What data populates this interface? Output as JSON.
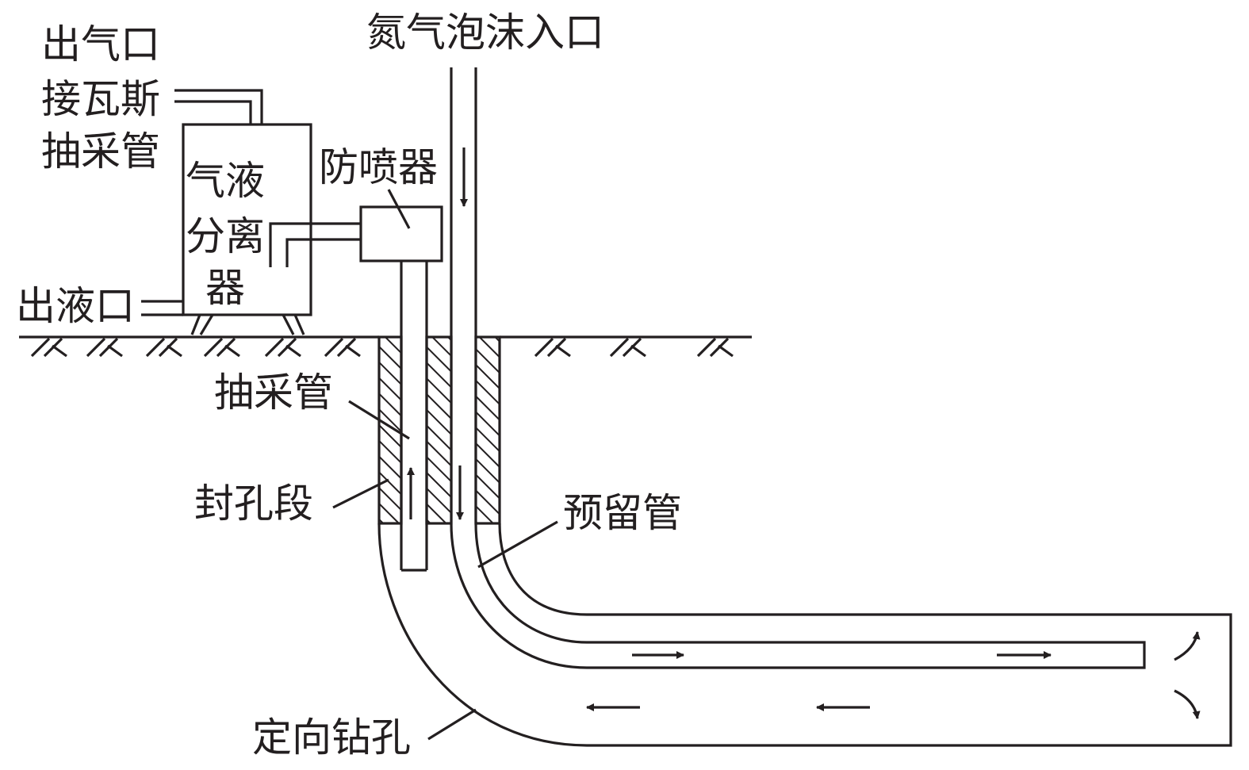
{
  "diagram": {
    "title": "Nitrogen foam injection and gas drainage system in directional borehole",
    "labels": {
      "gas_outlet": "出气口",
      "gas_drainage_pipe_connect_1": "接瓦斯",
      "gas_drainage_pipe_connect_2": "抽采管",
      "separator_1": "气液",
      "separator_2": "分离",
      "separator_3": "器",
      "liquid_outlet": "出液口",
      "blowout_preventer": "防喷器",
      "nitrogen_foam_inlet": "氮气泡沫入口",
      "drainage_pipe": "抽采管",
      "sealing_section": "封孔段",
      "reserved_pipe": "预留管",
      "directional_borehole": "定向钻孔"
    },
    "colors": {
      "line": "#231f20",
      "background": "#ffffff"
    },
    "flow_arrows": [
      {
        "location": "nitrogen-foam-inlet-pipe",
        "direction": "down"
      },
      {
        "location": "drainage-pipe",
        "direction": "up"
      },
      {
        "location": "reserved-pipe-vertical",
        "direction": "down"
      },
      {
        "location": "reserved-pipe-horizontal-1",
        "direction": "right"
      },
      {
        "location": "reserved-pipe-horizontal-2",
        "direction": "right"
      },
      {
        "location": "borehole-return-1",
        "direction": "left"
      },
      {
        "location": "borehole-return-2",
        "direction": "left"
      },
      {
        "location": "borehole-end-upper",
        "direction": "curve-up"
      },
      {
        "location": "borehole-end-lower",
        "direction": "curve-down"
      }
    ]
  }
}
